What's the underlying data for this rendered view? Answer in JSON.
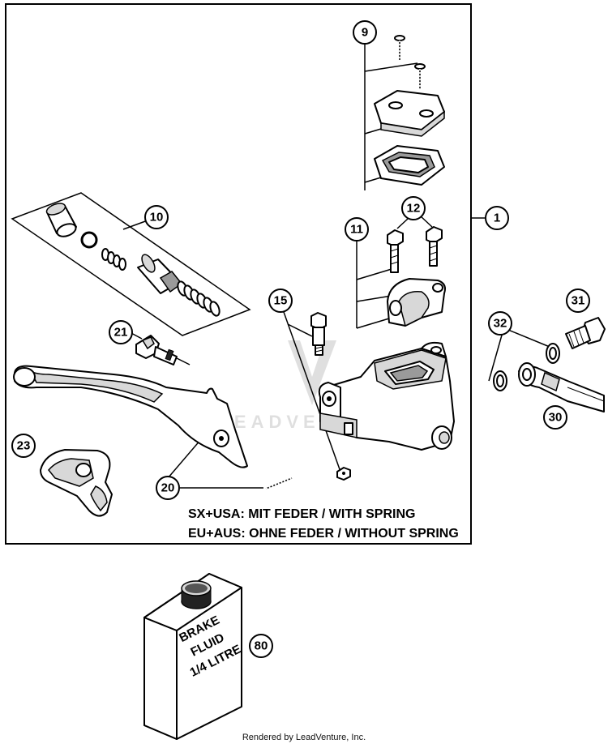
{
  "callouts": [
    {
      "id": "c1",
      "label": "1"
    },
    {
      "id": "c9",
      "label": "9"
    },
    {
      "id": "c10",
      "label": "10"
    },
    {
      "id": "c11",
      "label": "11"
    },
    {
      "id": "c12",
      "label": "12"
    },
    {
      "id": "c15",
      "label": "15"
    },
    {
      "id": "c20",
      "label": "20"
    },
    {
      "id": "c21",
      "label": "21"
    },
    {
      "id": "c23",
      "label": "23"
    },
    {
      "id": "c30",
      "label": "30"
    },
    {
      "id": "c31",
      "label": "31"
    },
    {
      "id": "c32",
      "label": "32"
    },
    {
      "id": "c80",
      "label": "80"
    }
  ],
  "notes": {
    "line1": "SX+USA:  MIT FEDER / WITH SPRING",
    "line2": "EU+AUS:  OHNE FEDER / WITHOUT SPRING"
  },
  "bottle_label": [
    "BRAKE",
    "FLUID",
    "1/4 LITRE"
  ],
  "watermark": "LEADVENTURE",
  "footer": "Rendered by LeadVenture, Inc."
}
